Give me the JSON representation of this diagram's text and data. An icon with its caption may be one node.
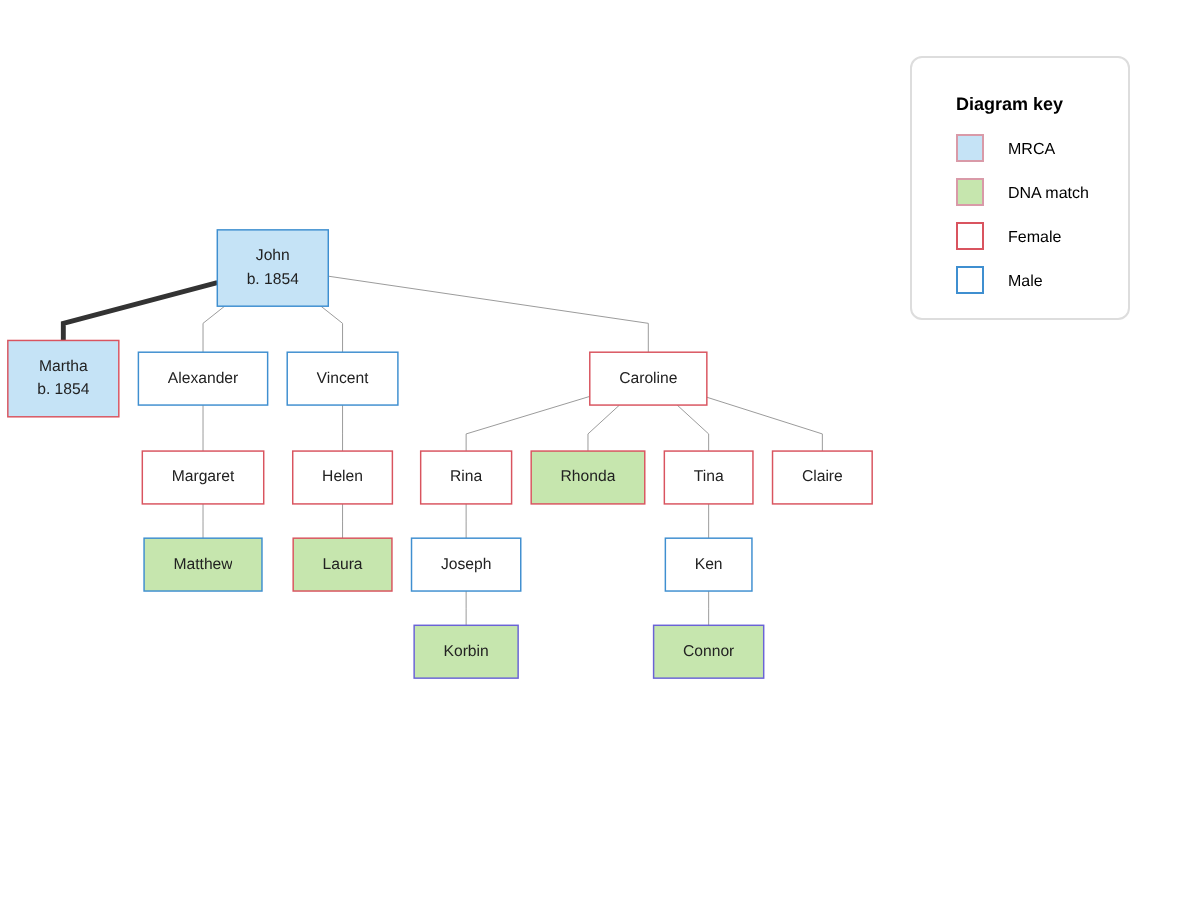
{
  "diagram": {
    "nodes": [
      {
        "text": [
          "John",
          "b. 1854"
        ]
      },
      {
        "text": [
          "Martha",
          "b. 1854"
        ]
      },
      {
        "text": [
          "Alexander"
        ]
      },
      {
        "text": [
          "Vincent"
        ]
      },
      {
        "text": [
          "Caroline"
        ]
      },
      {
        "text": [
          "Margaret"
        ]
      },
      {
        "text": [
          "Helen"
        ]
      },
      {
        "text": [
          "Rina"
        ]
      },
      {
        "text": [
          "Rhonda"
        ]
      },
      {
        "text": [
          "Tina"
        ]
      },
      {
        "text": [
          "Claire"
        ]
      },
      {
        "text": [
          "Matthew"
        ]
      },
      {
        "text": [
          "Laura"
        ]
      },
      {
        "text": [
          "Joseph"
        ]
      },
      {
        "text": [
          "Ken"
        ]
      },
      {
        "text": [
          "Korbin"
        ]
      },
      {
        "text": [
          "Connor"
        ]
      }
    ],
    "edges": [
      {
        "from": 0,
        "to": 1,
        "arrow": "none",
        "style": "thick",
        "color": "#333333"
      },
      {
        "from": 0,
        "to": 2,
        "arrow": "none"
      },
      {
        "from": 0,
        "to": 3,
        "arrow": "none"
      },
      {
        "from": 0,
        "to": 4,
        "arrow": "none"
      },
      {
        "from": 2,
        "to": 5,
        "arrow": "none"
      },
      {
        "from": 3,
        "to": 6,
        "arrow": "none"
      },
      {
        "from": 4,
        "to": 7,
        "arrow": "none"
      },
      {
        "from": 4,
        "to": 8,
        "arrow": "none"
      },
      {
        "from": 4,
        "to": 9,
        "arrow": "none"
      },
      {
        "from": 4,
        "to": 10,
        "arrow": "none"
      },
      {
        "from": 5,
        "to": 11,
        "arrow": "none"
      },
      {
        "from": 6,
        "to": 12,
        "arrow": "none"
      },
      {
        "from": 7,
        "to": 13,
        "arrow": "none"
      },
      {
        "from": 9,
        "to": 14,
        "arrow": "none"
      },
      {
        "from": 13,
        "to": 15,
        "arrow": "none"
      },
      {
        "from": 14,
        "to": 16,
        "arrow": "none"
      }
    ],
    "labels": [
      "Diagram key"
    ],
    "legend": [
      {
        "text": "MRCA",
        "color": "#c5e3f6"
      },
      {
        "text": "DNA match",
        "color": "#c6e6ae"
      },
      {
        "text": "Female"
      },
      {
        "text": "Male"
      }
    ]
  }
}
